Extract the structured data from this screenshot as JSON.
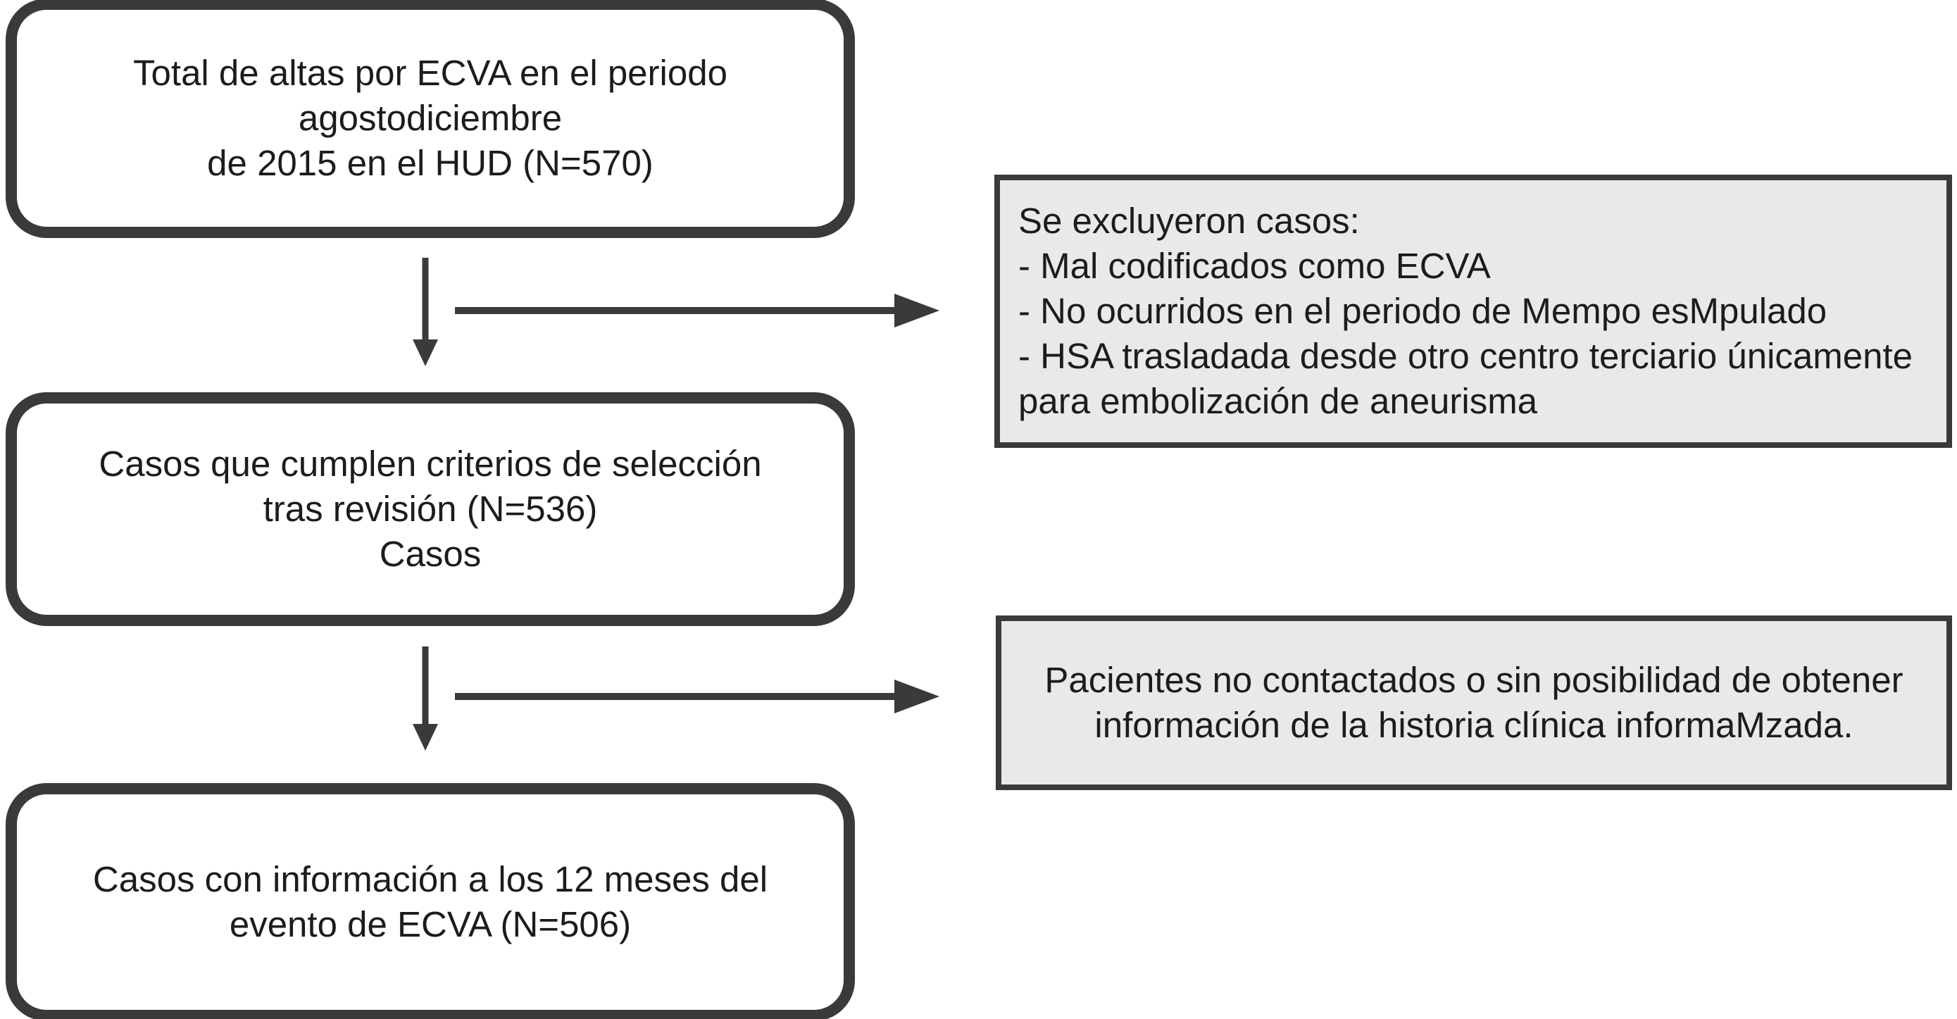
{
  "diagram": {
    "type": "flowchart",
    "language": "es",
    "colors": {
      "background": "#ffffff",
      "box_border": "#3a3a3a",
      "rounded_box_fill": "#ffffff",
      "exclusion_box_fill": "#e9e9e9",
      "arrow": "#3a3a3a",
      "text": "#1c1c1c"
    },
    "boxes": {
      "total_altas": {
        "text": "Total de altas por ECVA en el periodo\nagostodiciembre\nde 2015 en el HUD (N=570)",
        "n": 570
      },
      "criterios_seleccion": {
        "text": "Casos que cumplen criterios de selección\ntras revisión (N=536)\nCasos",
        "n": 536
      },
      "info_12_meses": {
        "text": "Casos con información a los 12 meses del\nevento de ECVA (N=506)",
        "n": 506
      },
      "exclusion_1": {
        "text": "Se excluyeron casos:\n- Mal codificados como ECVA\n- No ocurridos en el periodo de Mempo esMpulado\n- HSA trasladada desde otro centro terciario únicamente\npara embolización de aneurisma"
      },
      "exclusion_2": {
        "text": "Pacientes no contactados o sin posibilidad de obtener\ninformación de la historia clínica informaMzada."
      }
    },
    "connectors": [
      {
        "from": "total_altas",
        "to": "criterios_seleccion",
        "direction": "down"
      },
      {
        "from": "total_altas",
        "to": "exclusion_1",
        "direction": "right"
      },
      {
        "from": "criterios_seleccion",
        "to": "info_12_meses",
        "direction": "down"
      },
      {
        "from": "criterios_seleccion",
        "to": "exclusion_2",
        "direction": "right"
      }
    ]
  }
}
